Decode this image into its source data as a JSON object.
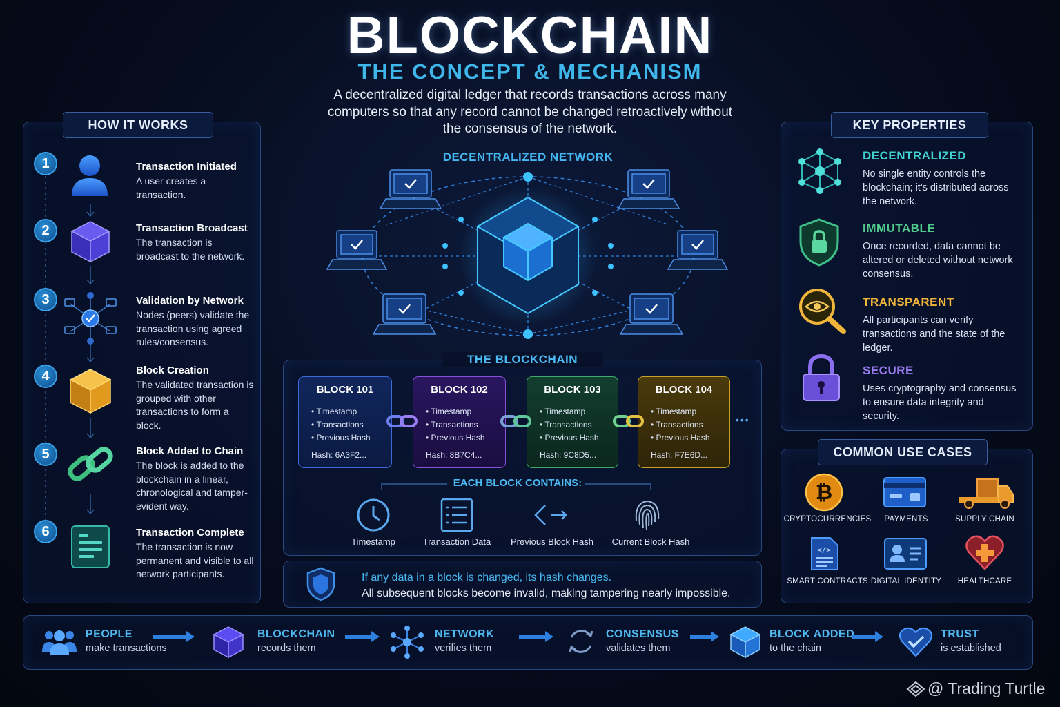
{
  "header": {
    "title": "BLOCKCHAIN",
    "subtitle": "THE CONCEPT & MECHANISM",
    "description": "A decentralized digital ledger that records transactions across many computers so that any record cannot be changed retroactively without the consensus of the network."
  },
  "how_it_works": {
    "heading": "HOW IT WORKS",
    "steps": [
      {
        "num": "1",
        "title": "Transaction Initiated",
        "desc": "A user creates a transaction.",
        "icon": "user-icon"
      },
      {
        "num": "2",
        "title": "Transaction Broadcast",
        "desc": "The transaction is broadcast to the network.",
        "icon": "cube-icon"
      },
      {
        "num": "3",
        "title": "Validation by Network",
        "desc": "Nodes (peers) validate the transaction using agreed rules/consensus.",
        "icon": "network-check-icon"
      },
      {
        "num": "4",
        "title": "Block Creation",
        "desc": "The validated transaction is grouped with other transactions to form a block.",
        "icon": "gold-cube-icon"
      },
      {
        "num": "5",
        "title": "Block Added to Chain",
        "desc": "The block is added to the blockchain in a linear, chronological and tamper-evident way.",
        "icon": "chain-link-icon"
      },
      {
        "num": "6",
        "title": "Transaction Complete",
        "desc": "The transaction is now permanent and visible to all network participants.",
        "icon": "ledger-icon"
      }
    ]
  },
  "network": {
    "label": "DECENTRALIZED NETWORK"
  },
  "blockchain": {
    "heading": "THE BLOCKCHAIN",
    "blocks": [
      {
        "title": "BLOCK 101",
        "items": [
          "Timestamp",
          "Transactions",
          "Previous Hash"
        ],
        "hash": "Hash: 6A3F2...",
        "color": "#3d6ad6"
      },
      {
        "title": "BLOCK 102",
        "items": [
          "Timestamp",
          "Transactions",
          "Previous Hash"
        ],
        "hash": "Hash: 8B7C4...",
        "color": "#8a4fd8"
      },
      {
        "title": "BLOCK 103",
        "items": [
          "Timestamp",
          "Transactions",
          "Previous Hash"
        ],
        "hash": "Hash: 9C8D5...",
        "color": "#3fa86a"
      },
      {
        "title": "BLOCK 104",
        "items": [
          "Timestamp",
          "Transactions",
          "Previous Hash"
        ],
        "hash": "Hash: F7E6D...",
        "color": "#c9a020"
      }
    ],
    "ellipsis": "•••",
    "contains_heading": "EACH BLOCK CONTAINS:",
    "contains": [
      {
        "label": "Timestamp",
        "icon": "clock-icon"
      },
      {
        "label": "Transaction Data",
        "icon": "list-document-icon"
      },
      {
        "label": "Previous Block Hash",
        "icon": "back-arrow-icon"
      },
      {
        "label": "Current Block Hash",
        "icon": "fingerprint-icon"
      }
    ]
  },
  "warning": {
    "line1": "If any data in a block is changed, its hash changes.",
    "line2": "All subsequent blocks become invalid, making tampering nearly impossible.",
    "icon": "shield-icon"
  },
  "key_properties": {
    "heading": "KEY PROPERTIES",
    "items": [
      {
        "title": "DECENTRALIZED",
        "desc": "No single entity controls the blockchain; it's distributed across the network.",
        "color": "#3fd0cf",
        "icon": "nodes-icon"
      },
      {
        "title": "IMMUTABLE",
        "desc": "Once recorded, data cannot be altered or deleted without network consensus.",
        "color": "#4fc98c",
        "icon": "shield-lock-icon"
      },
      {
        "title": "TRANSPARENT",
        "desc": "All participants can verify transactions and the state of the ledger.",
        "color": "#f0b53a",
        "icon": "magnifier-eye-icon"
      },
      {
        "title": "SECURE",
        "desc": "Uses cryptography and consensus to ensure data integrity and security.",
        "color": "#9b7cf0",
        "icon": "padlock-icon"
      }
    ]
  },
  "use_cases": {
    "heading": "COMMON USE CASES",
    "items": [
      {
        "label": "CRYPTOCURRENCIES",
        "icon": "bitcoin-icon"
      },
      {
        "label": "PAYMENTS",
        "icon": "card-icon"
      },
      {
        "label": "SUPPLY CHAIN",
        "icon": "truck-icon"
      },
      {
        "label": "SMART CONTRACTS",
        "icon": "code-document-icon"
      },
      {
        "label": "DIGITAL IDENTITY",
        "icon": "id-card-icon"
      },
      {
        "label": "HEALTHCARE",
        "icon": "heart-cross-icon"
      }
    ]
  },
  "flow": [
    {
      "title": "PEOPLE",
      "sub": "make transactions",
      "icon": "people-icon"
    },
    {
      "title": "BLOCKCHAIN",
      "sub": "records them",
      "icon": "cube-icon"
    },
    {
      "title": "NETWORK",
      "sub": "verifies them",
      "icon": "network-icon"
    },
    {
      "title": "CONSENSUS",
      "sub": "validates them",
      "icon": "cycle-icon"
    },
    {
      "title": "BLOCK ADDED",
      "sub": "to the chain",
      "icon": "block-icon"
    },
    {
      "title": "TRUST",
      "sub": "is established",
      "icon": "heart-check-icon"
    }
  ],
  "watermark": "@ Trading Turtle",
  "colors": {
    "accent": "#3fb7ea",
    "background": "#060c1e",
    "panel_border": "#2a477e"
  }
}
